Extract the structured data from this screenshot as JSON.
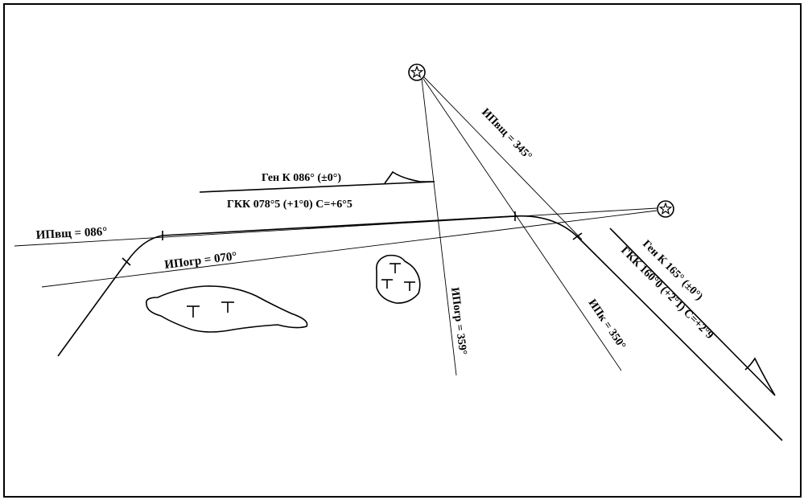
{
  "labels": {
    "ip_vsh_left": "ИПвщ = 086°",
    "ip_ogr_left": "ИПогр = 070°",
    "gen_k_left": "Ген К 086° (±0°)",
    "gkk_left": "ГКК 078°5 (+1°0) С=+6°5",
    "ip_vsh_right": "ИПвщ = 345°",
    "ip_ogr_right": "ИПогр = 359°",
    "ip_k_right": "ИПк = 350°",
    "gen_k_right": "Ген К 165° (±0°)",
    "gkk_right": "ГКК 160°0 (+2°1) С=+2°9"
  },
  "icons": [
    "star-circle-icon",
    "marsh-icon"
  ]
}
